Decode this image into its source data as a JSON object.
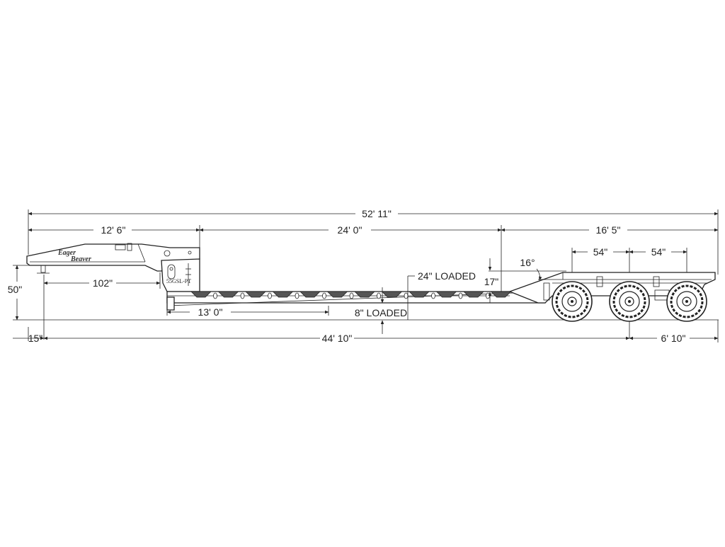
{
  "diagram": {
    "brand_lines": [
      "Eager",
      "Beaver"
    ],
    "model": "55GSL-PT",
    "dimensions": {
      "overall_length": "52' 11\"",
      "gooseneck_length": "12' 6\"",
      "deck_length": "24' 0\"",
      "rear_section_length": "16' 5\"",
      "axle_spacing_1": "54\"",
      "axle_spacing_2": "54\"",
      "kingpin_to_front": "102\"",
      "kingpin_height": "50\"",
      "swing_radius": "15\"",
      "kingpin_to_center_axle": "44' 10\"",
      "rear_overhang": "6' 10\"",
      "deck_section": "13' 0\"",
      "loaded_height_rear": "24\" LOADED",
      "loaded_height_deck": "8\" LOADED",
      "beavertail_rise": "17\"",
      "approach_angle": "16°"
    }
  }
}
